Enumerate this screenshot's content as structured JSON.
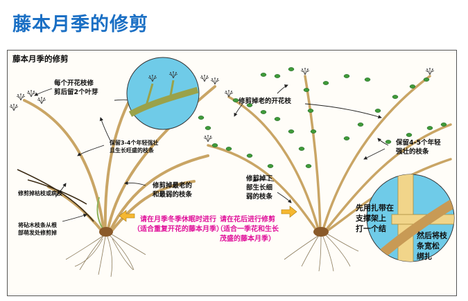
{
  "page": {
    "title": "藤本月季的修剪"
  },
  "diagram": {
    "frame_title": "藤本月季的修剪",
    "colors": {
      "title_blue": "#1a6fc4",
      "magenta": "#e0109a",
      "inset_blue": "#6fcbe8",
      "arrow_orange": "#f5b731",
      "stem": "#d9b97a",
      "leaf": "#3f9a3a"
    },
    "left_plant": {
      "labels": {
        "flower_branch": "每个开花枝修\n剪后留2个叶芽",
        "keep_strong": "保留3-4个年轻强壮\n且生长旺盛的枝条",
        "dead_branch": "修剪掉枯枝或病枝",
        "oldest_weakest": "修剪掉最老的\n和最弱的枝条",
        "sucker": "将砧木枝条从根\n部萌发处修剪掉"
      },
      "timing": "请在月季冬季休眠时进行\n（适合重复开花的藤本月季）"
    },
    "right_plant": {
      "labels": {
        "old_flower_branch": "修剪掉老的开花枝",
        "keep_45": "保留4-5个年轻\n强壮的枝条",
        "lower_thin": "修剪掉下\n部生长细\n弱的枝条"
      },
      "timing": "请在花后进行修剪\n（适合一季花和生长\n茂盛的藤本月季）",
      "inset": {
        "tie_first": "先用扎带在\n支撑架上\n打一个结",
        "tie_loose": "然后将枝\n条宽松\n绑扎"
      }
    }
  }
}
